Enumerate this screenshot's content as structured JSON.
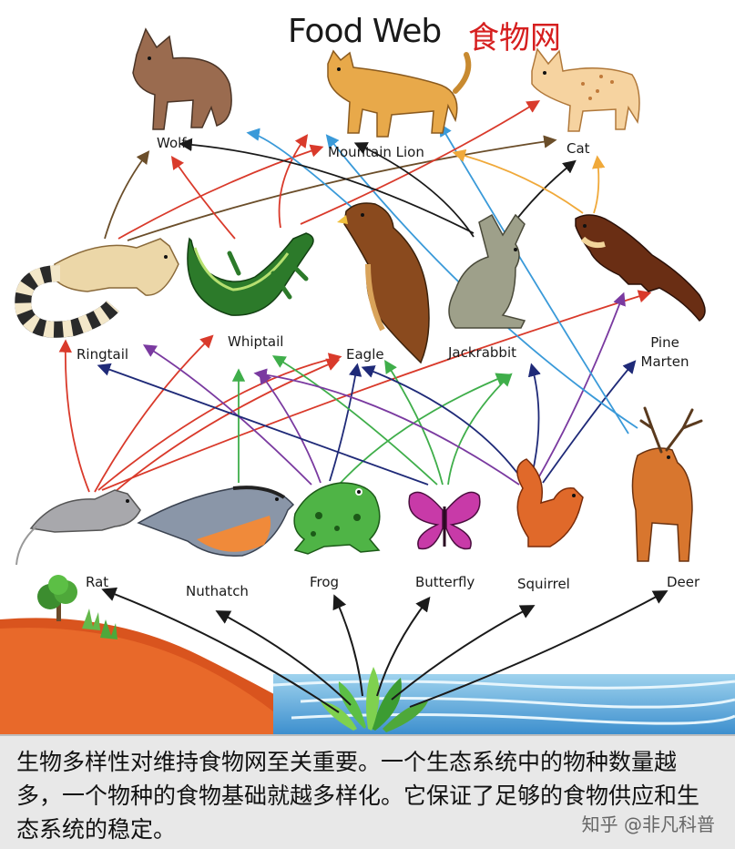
{
  "title": {
    "en": "Food Web",
    "zh": "食物网"
  },
  "organisms": {
    "wolf": "Wolf",
    "mountain_lion": "Mountain Lion",
    "cat": "Cat",
    "ringtail": "Ringtail",
    "whiptail": "Whiptail",
    "eagle": "Eagle",
    "jackrabbit": "Jackrabbit",
    "pine_marten_1": "Pine",
    "pine_marten_2": "Marten",
    "rat": "Rat",
    "nuthatch": "Nuthatch",
    "frog": "Frog",
    "butterfly": "Butterfly",
    "squirrel": "Squirrel",
    "deer": "Deer"
  },
  "caption": "生物多样性对维持食物网至关重要。一个生态系统中的物种数量越多，一个物种的食物基础就越多样化。它保证了足够的食物供应和生态系统的稳定。",
  "watermark": "知乎 @非凡科普",
  "colors": {
    "arrow_black": "#1a1a1a",
    "arrow_brown": "#6b4e2a",
    "arrow_red": "#d93a2b",
    "arrow_orange": "#f0a93a",
    "arrow_blue": "#3a9ad9",
    "arrow_navy": "#1f2a78",
    "arrow_purple": "#7a3aa0",
    "arrow_green": "#3fae4a",
    "title_zh": "#d61f1f"
  }
}
